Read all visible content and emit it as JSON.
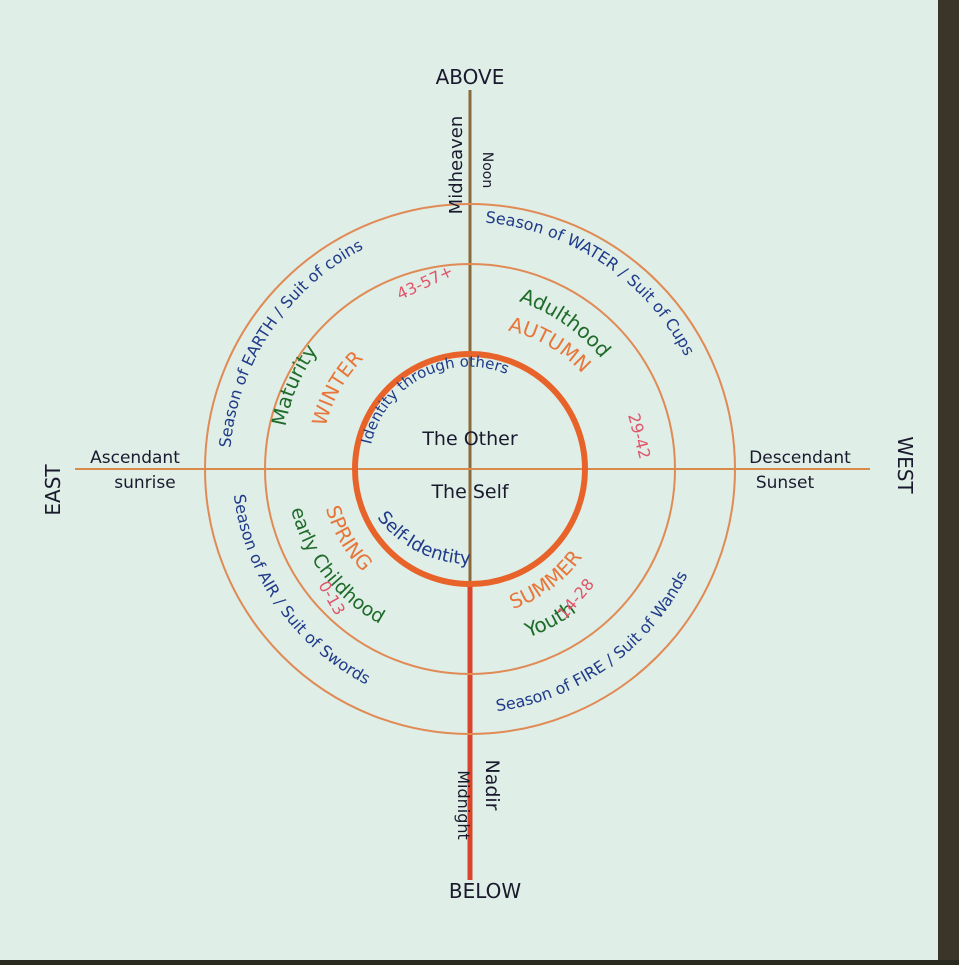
{
  "colors": {
    "paper": "#dfeee6",
    "ink_black": "#1a1a2e",
    "ink_blue": "#1f3a8a",
    "ink_green": "#1f6b2a",
    "ink_orange": "#e8763a",
    "ink_pink": "#e0556a",
    "ink_red": "#d8452a"
  },
  "directions": {
    "above": "ABOVE",
    "below": "BELOW",
    "east": "EAST",
    "west": "WEST"
  },
  "axis_labels": {
    "midheaven": "Midheaven",
    "noon": "Noon",
    "nadir": "Nadir",
    "midnight": "Midnight",
    "ascendant": "Ascendant",
    "sunrise": "sunrise",
    "descendant": "Descendant",
    "sunset": "Sunset"
  },
  "outer_ring": {
    "earth": "Season of EARTH / Suit of coins",
    "water": "Season of WATER / Suit of Cups",
    "air": "Season of AIR / Suit of Swords",
    "fire": "Season of FIRE / Suit of Wands"
  },
  "middle_ring": {
    "maturity": "Maturity",
    "maturity_ages": "43-57+",
    "adulthood": "Adulthood",
    "adulthood_ages": "29-42",
    "early_childhood": "early Childhood",
    "childhood_ages": "0-13",
    "youth": "Youth",
    "youth_ages": "14-28",
    "winter": "WINTER",
    "autumn": "AUTUMN",
    "spring": "SPRING",
    "summer": "SUMMER"
  },
  "inner_circle": {
    "identity_through_others": "Identity through others",
    "the_other": "The Other",
    "the_self": "The Self",
    "self_identity": "Self-Identity"
  }
}
